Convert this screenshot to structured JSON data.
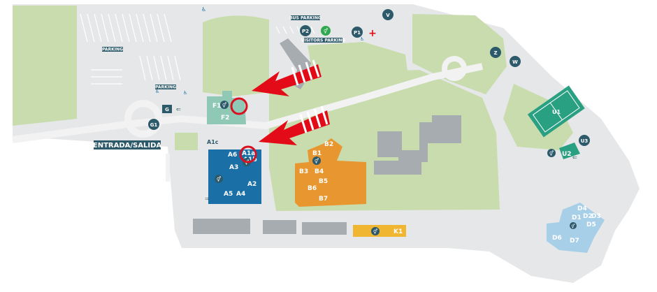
{
  "colors": {
    "ground": "#e6e7e8",
    "grass": "#c9dcae",
    "road": "#f2f2f2",
    "building_grey": "#a7acb1",
    "building_a": "#1a6fa6",
    "building_b": "#e8962f",
    "building_d": "#a8cfe8",
    "building_f": "#8fc9b6",
    "building_k": "#f0b531",
    "sport_court": "#2aa083",
    "marker": "#2d5a6a",
    "highlight": "#d8101f",
    "arrow": "#e30b17",
    "label_bg": "#2d5a6a"
  },
  "road_labels": {
    "parking_left": "PARKING",
    "parking_mid": "PARKING",
    "bus_parking": "BUS PARKING",
    "visitors_parking": "VISITORS PARKING",
    "entrance": "ENTRADA/SALIDA"
  },
  "markers": {
    "g": "G",
    "g1": "G1",
    "p1": "P1",
    "p2": "P2",
    "v": "V",
    "z": "Z",
    "w": "W",
    "u3": "U3"
  },
  "buildings": {
    "a": {
      "a1c": "A1c",
      "a6": "A6",
      "a1a": "A1a",
      "a1b": "A1b",
      "a3": "A3",
      "a2": "A2",
      "a5": "A5",
      "a4": "A4"
    },
    "b": {
      "b1": "B1",
      "b2": "B2",
      "b3": "B3",
      "b4": "B4",
      "b5": "B5",
      "b6": "B6",
      "b7": "B7"
    },
    "d": {
      "d4": "D4",
      "d1": "D1",
      "d2": "D2",
      "d3": "D3",
      "d5": "D5",
      "d6": "D6",
      "d7": "D7"
    },
    "f": {
      "f1": "F1",
      "f2": "F2"
    },
    "k": {
      "k1": "K1"
    },
    "u": {
      "u1": "U1",
      "u2": "U2"
    }
  },
  "icons": {
    "restroom": "restroom-icon",
    "accessible": "wheelchair-icon",
    "first_aid": "first-aid-icon",
    "arrow": "direction-arrow-icon",
    "entrance": "entrance-arrow-icon"
  }
}
